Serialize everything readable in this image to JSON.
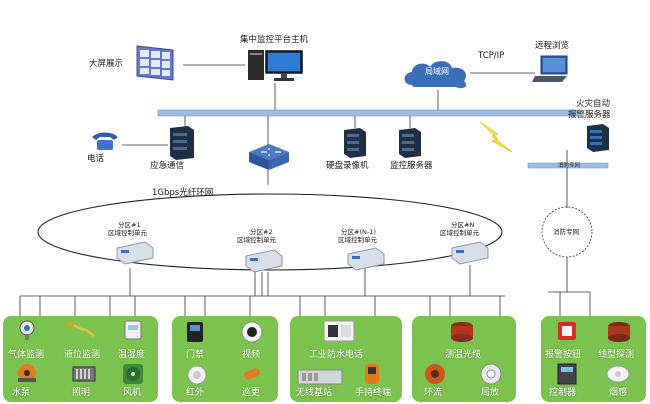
{
  "top": {
    "host_label": "集中监控平台主机",
    "big_screen_label": "大屏展示",
    "lan_label": "局域网",
    "tcpip_label": "TCP/IP",
    "remote_label": "远程浏览",
    "fire_server_label_line1": "火灾自动",
    "fire_server_label_line2": "报警服务器"
  },
  "middle": {
    "phone_label": "电话",
    "emergency_label": "应急通信",
    "dvr_label": "硬盘录像机",
    "monitor_server_label": "监控服务器",
    "fire_private_small": "消防专网",
    "fiber_ring_label": "1Gbps光纤环网",
    "fire_private_ring": "消防专网"
  },
  "zones": [
    {
      "line1": "分区#1",
      "line2": "区域控制单元"
    },
    {
      "line1": "分区#2",
      "line2": "区域控制单元"
    },
    {
      "line1": "分区#(N-1)",
      "line2": "区域控制单元"
    },
    {
      "line1": "分区#N",
      "line2": "区域控制单元"
    }
  ],
  "groups": {
    "env": [
      "气体监测",
      "液位监测",
      "温湿度",
      "水泵",
      "照明",
      "风机"
    ],
    "security": [
      "门禁",
      "视频",
      "红外",
      "巡更"
    ],
    "comm": [
      "工业防水电话",
      "无线基站",
      "手持终端"
    ],
    "cable": [
      "测温光缆",
      "环流",
      "局放"
    ],
    "fire": [
      "报警按钮",
      "线型探测",
      "控制器",
      "烟感"
    ]
  },
  "colors": {
    "group_green": "#7cc24e",
    "bus_blue": "#9dbde0",
    "lan_blue": "#3a6fb5"
  }
}
